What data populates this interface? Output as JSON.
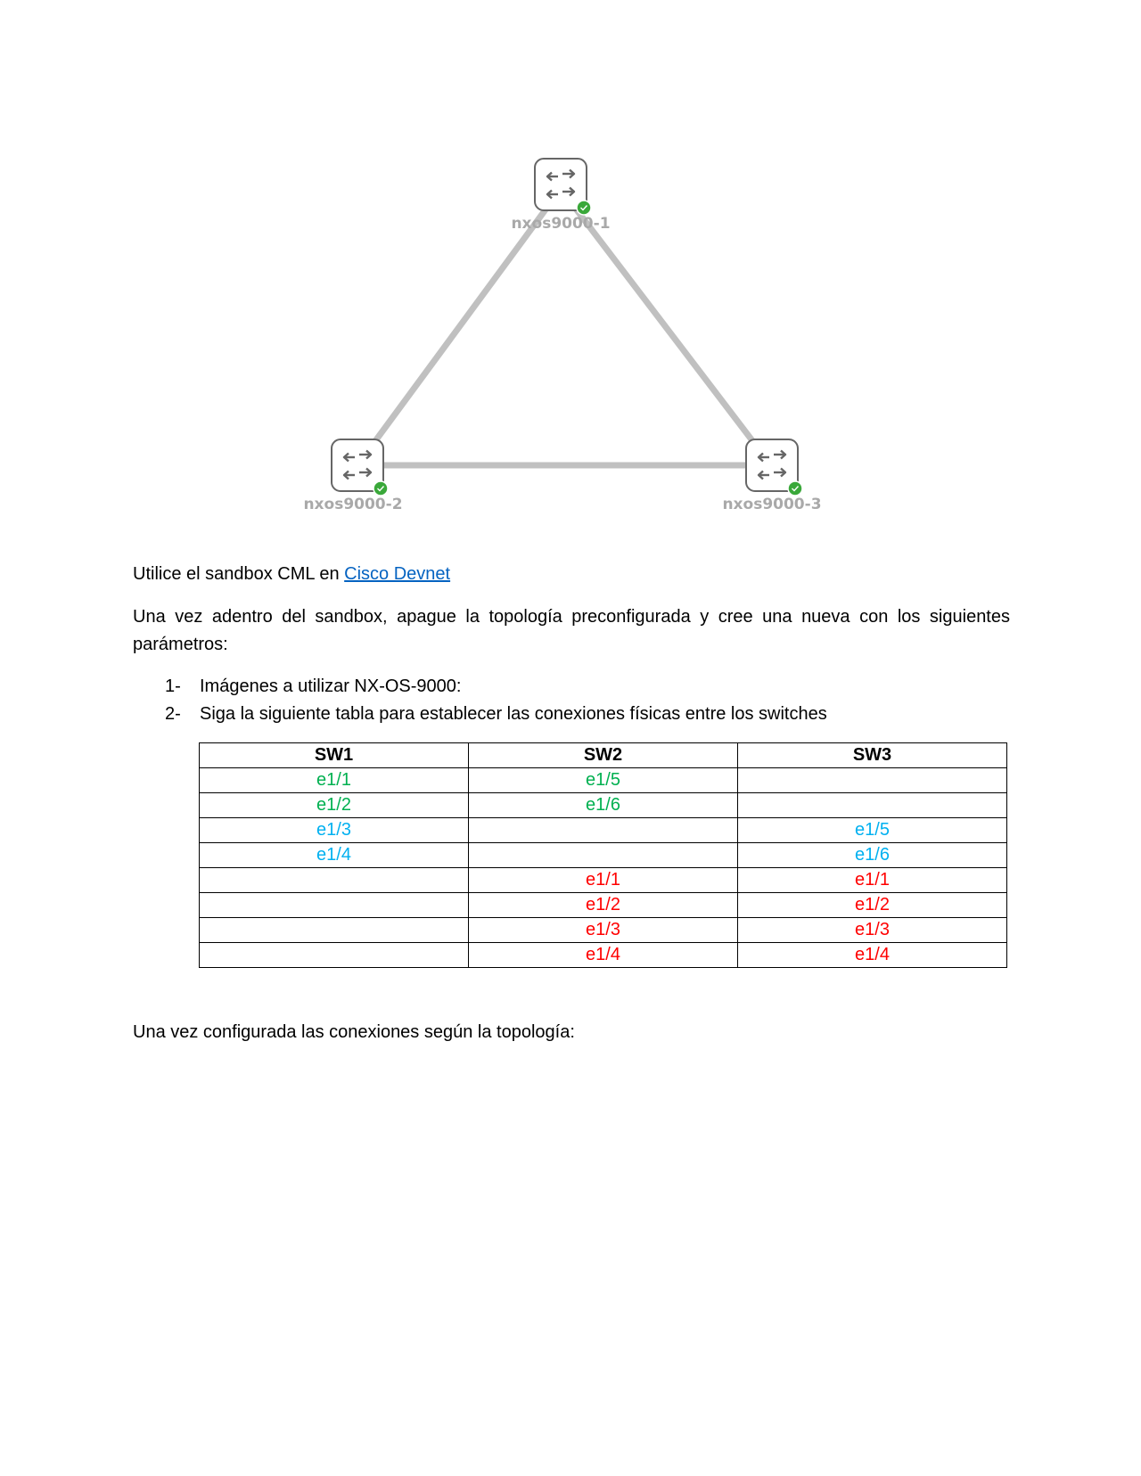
{
  "topology": {
    "nodes": [
      {
        "id": "sw1",
        "label": "nxos9000-1",
        "status": "up",
        "icon": "switch-icon"
      },
      {
        "id": "sw2",
        "label": "nxos9000-2",
        "status": "up",
        "icon": "switch-icon"
      },
      {
        "id": "sw3",
        "label": "nxos9000-3",
        "status": "up",
        "icon": "switch-icon"
      }
    ],
    "links": [
      {
        "from": "sw1",
        "to": "sw2"
      },
      {
        "from": "sw1",
        "to": "sw3"
      },
      {
        "from": "sw2",
        "to": "sw3"
      }
    ],
    "colors": {
      "link": "#c0c0c0",
      "node_border": "#666666",
      "status_ok": "#3aa83a",
      "label": "#a9a9a9"
    }
  },
  "document": {
    "intro_text": "Utilice el sandbox CML en ",
    "intro_link": "Cisco Devnet",
    "instructions": "Una vez adentro del sandbox, apague la topología preconfigurada y cree una nueva con los siguientes parámetros:",
    "steps": [
      {
        "number": "1-",
        "text": "Imágenes a utilizar NX-OS-9000:"
      },
      {
        "number": "2-",
        "text": "Siga la siguiente tabla para establecer las conexiones físicas entre los switches"
      }
    ],
    "closing_text": "Una vez configurada las conexiones según la topología:"
  },
  "connections_table": {
    "headers": [
      "SW1",
      "SW2",
      "SW3"
    ],
    "rows": [
      {
        "color": "green",
        "cells": [
          "e1/1",
          "e1/5",
          ""
        ]
      },
      {
        "color": "green",
        "cells": [
          "e1/2",
          "e1/6",
          ""
        ]
      },
      {
        "color": "blue",
        "cells": [
          "e1/3",
          "",
          "e1/5"
        ]
      },
      {
        "color": "blue",
        "cells": [
          "e1/4",
          "",
          "e1/6"
        ]
      },
      {
        "color": "red",
        "cells": [
          "",
          "e1/1",
          "e1/1"
        ]
      },
      {
        "color": "red",
        "cells": [
          "",
          "e1/2",
          "e1/2"
        ]
      },
      {
        "color": "red",
        "cells": [
          "",
          "e1/3",
          "e1/3"
        ]
      },
      {
        "color": "red",
        "cells": [
          "",
          "e1/4",
          "e1/4"
        ]
      }
    ],
    "row_colors": {
      "green": "#00b050",
      "blue": "#00b0f0",
      "red": "#ff0000"
    }
  },
  "link_color": "#0563c1"
}
